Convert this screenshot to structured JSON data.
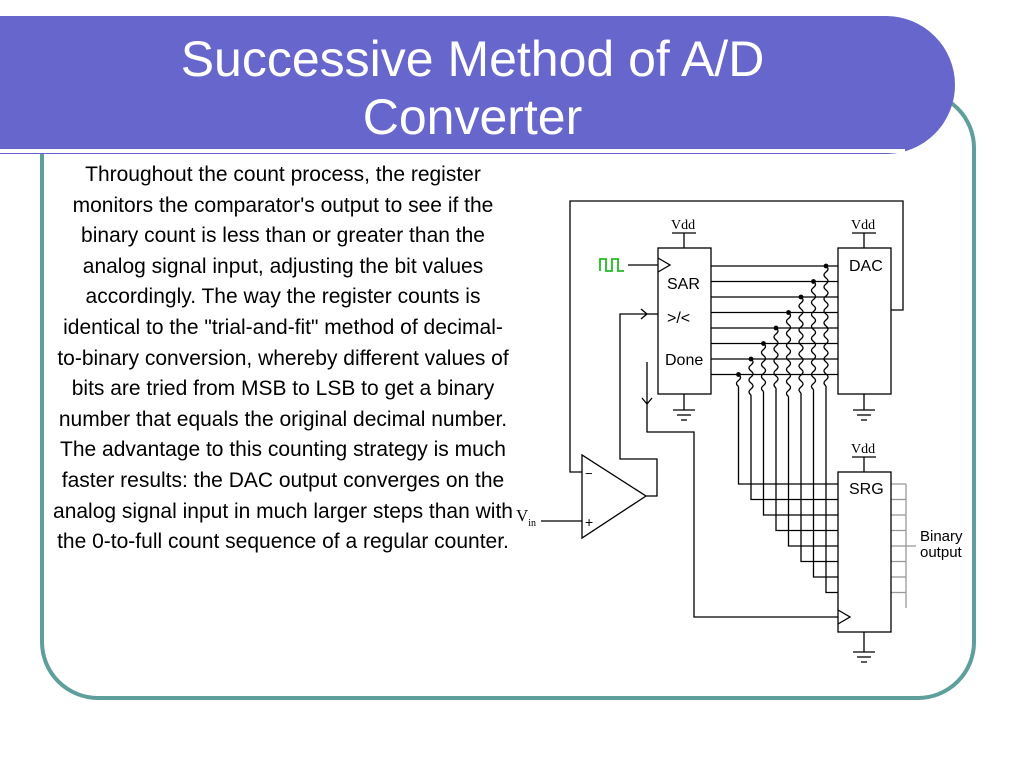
{
  "slide": {
    "title_line1": "Successive Method of A/D",
    "title_line2": "Converter",
    "body": "Throughout the count process, the register monitors the comparator's output to see if the binary count is less than or greater than the analog signal input, adjusting the bit values accordingly. The way the register counts is identical to the \"trial-and-fit\" method of decimal-to-binary conversion, whereby different values of bits are tried from MSB to LSB to get a binary number that equals the original decimal number. The advantage to this counting strategy is much faster results: the DAC output converges on the analog signal input in much larger steps than with the 0-to-full count sequence of a regular counter."
  },
  "diagram": {
    "sar_label": "SAR",
    "compare_label": ">/<",
    "done_label": "Done",
    "dac_label": "DAC",
    "srg_label": "SRG",
    "vdd_label": "Vdd",
    "vin_label": "V",
    "vin_subscript": "in",
    "minus_label": "−",
    "plus_label": "+",
    "binary_label": "Binary",
    "output_label": "output"
  },
  "colors": {
    "title_bg": "#6666CC",
    "frame_border": "#5E9E9B",
    "clock": "#22BB22"
  }
}
